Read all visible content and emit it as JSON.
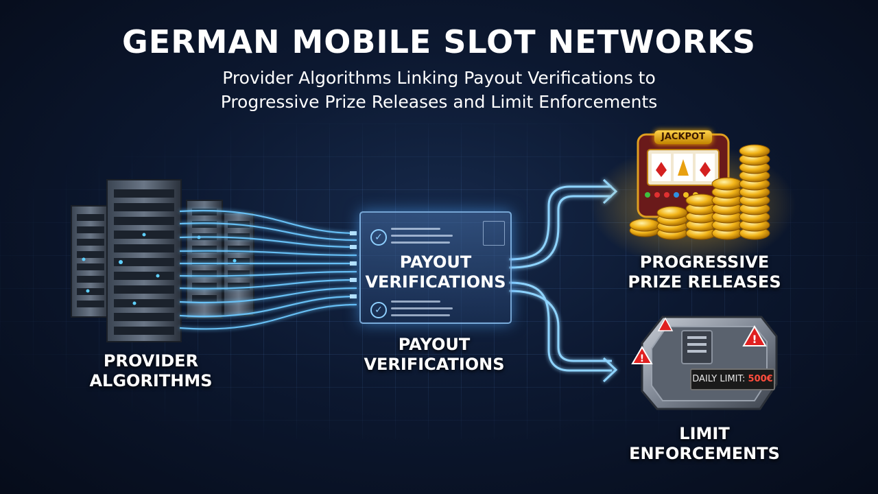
{
  "title": "GERMAN MOBILE SLOT NETWORKS",
  "subtitle_line1": "Provider Algorithms Linking Payout Verifications to",
  "subtitle_line2": "Progressive Prize Releases and Limit Enforcements",
  "nodes": {
    "provider": {
      "line1": "PROVIDER",
      "line2": "ALGORITHMS"
    },
    "payout_panel": {
      "line1": "PAYOUT",
      "line2": "VERIFICATIONS"
    },
    "payout_caption": {
      "line1": "PAYOUT",
      "line2": "VERIFICATIONS"
    },
    "progressive": {
      "line1": "PROGRESSIVE",
      "line2": "PRIZE RELEASES"
    },
    "limit": {
      "line1": "LIMIT",
      "line2": "ENFORCEMENTS"
    }
  },
  "slot_machine": {
    "sign": "JACKPOT"
  },
  "limit_display": {
    "label": "DAILY LIMIT:",
    "amount": "500€"
  },
  "colors": {
    "background": "#0c1830",
    "flow_glow": "#4fb8ff",
    "gold": "#f2b418",
    "alert_red": "#e02020"
  },
  "icons": [
    "server-rack-icon",
    "check-circle-icon",
    "slot-machine-icon",
    "coin-stack-icon",
    "vault-icon",
    "warning-icon",
    "arrow-right-icon"
  ]
}
